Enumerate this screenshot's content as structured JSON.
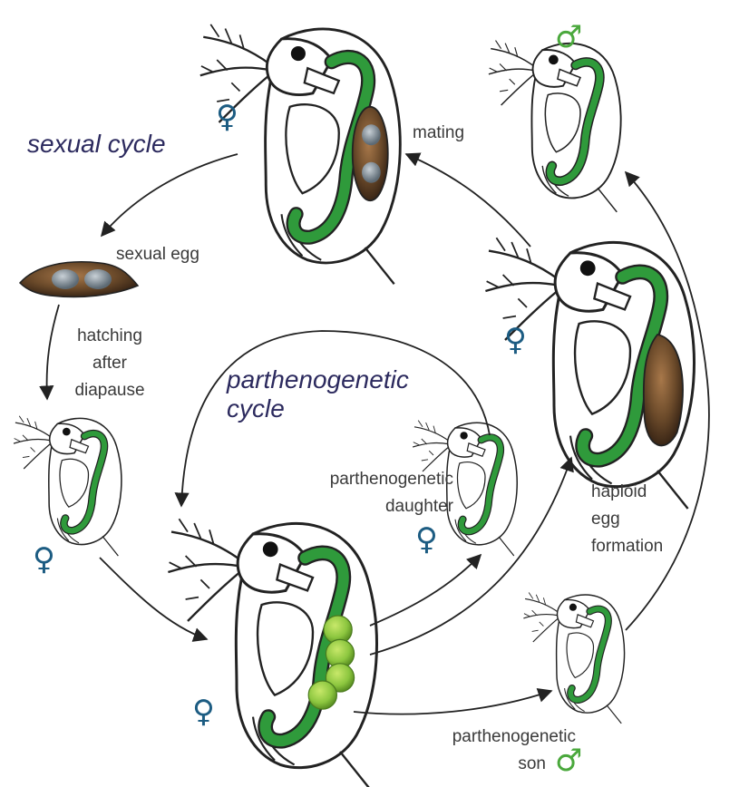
{
  "labels": {
    "sexual_cycle": "sexual cycle",
    "parthenogenetic_cycle_line1": "parthenogenetic",
    "parthenogenetic_cycle_line2": "cycle",
    "mating": "mating",
    "sexual_egg": "sexual egg",
    "hatching_line1": "hatching",
    "hatching_line2": "after",
    "hatching_line3": "diapause",
    "daughter_line1": "parthenogenetic",
    "daughter_line2": "daughter",
    "haploid_line1": "haploid",
    "haploid_line2": "egg",
    "haploid_line3": "formation",
    "son_line1": "parthenogenetic",
    "son_line2": "son"
  },
  "symbols": {
    "female": "♀",
    "male": "♂"
  },
  "colors": {
    "female_symbol": "#1c5c82",
    "male_symbol": "#4aa83c",
    "gut": "#2f9a3b",
    "sexual_egg": "#6b4a2a",
    "parthenogenetic_eggs": "#8cc63f",
    "cycle_title": "#2c2a5e"
  }
}
